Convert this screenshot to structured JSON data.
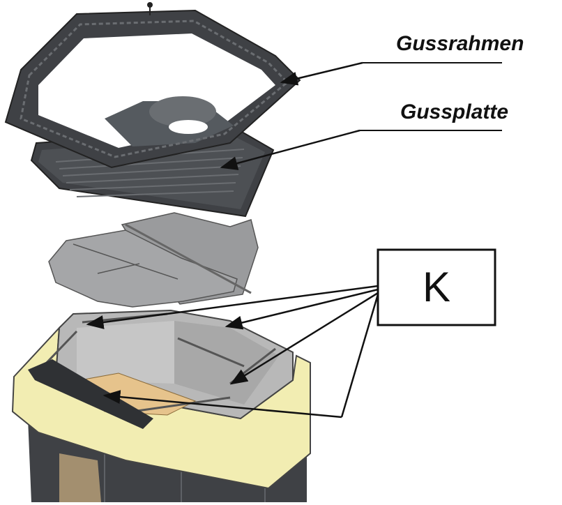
{
  "labels": {
    "frame": "Gussrahmen",
    "plate": "Gussplatte",
    "k": "K"
  },
  "colors": {
    "cast_iron": "#3f4145",
    "cast_iron_light": "#5a5d61",
    "baffle_gray": "#9a9b9d",
    "inner_gray": "#b8b8b8",
    "cream": "#f2edb2",
    "wood": "#e6c38c",
    "outline": "#111111"
  },
  "icons": [
    "arrow-icon"
  ]
}
